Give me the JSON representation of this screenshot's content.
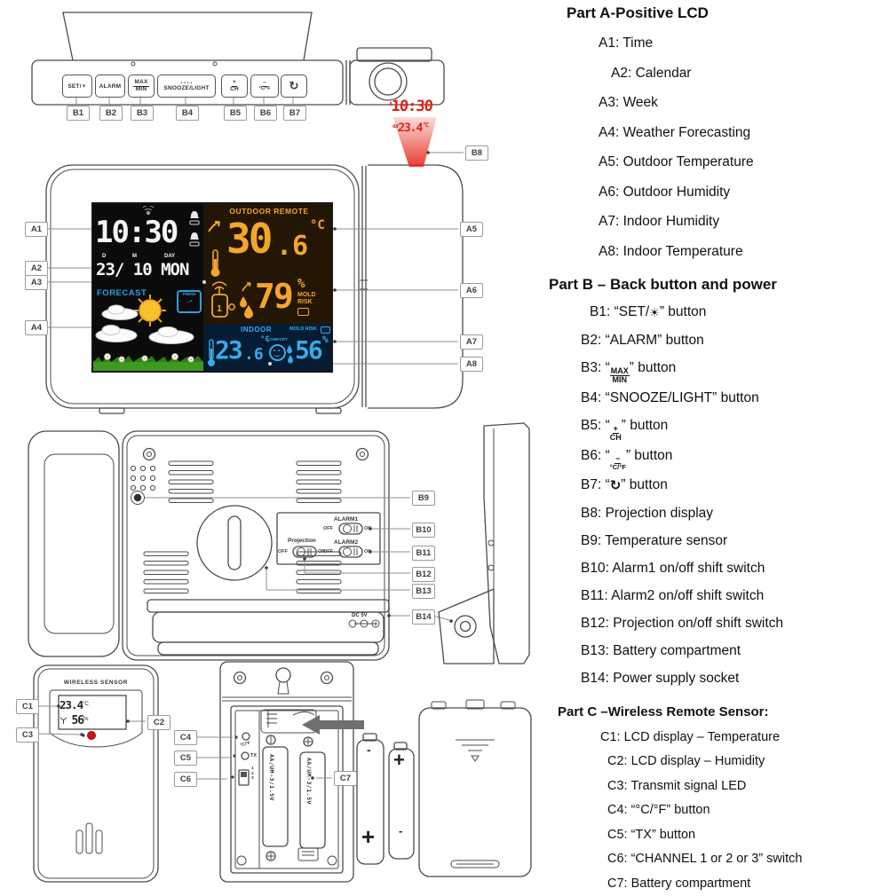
{
  "callouts": {
    "A1": "A1",
    "A2": "A2",
    "A3": "A3",
    "A4": "A4",
    "A5": "A5",
    "A6": "A6",
    "A7": "A7",
    "A8": "A8",
    "B1": "B1",
    "B2": "B2",
    "B3": "B3",
    "B4": "B4",
    "B5": "B5",
    "B6": "B6",
    "B7": "B7",
    "B8": "B8",
    "B9": "B9",
    "B10": "B10",
    "B11": "B11",
    "B12": "B12",
    "B13": "B13",
    "B14": "B14",
    "C1": "C1",
    "C2": "C2",
    "C3": "C3",
    "C4": "C4",
    "C5": "C5",
    "C6": "C6",
    "C7": "C7"
  },
  "top_view": {
    "b1_pre": "SET/",
    "b1_icon": "☀",
    "b2": "ALARM",
    "b3_top": "MAX",
    "b3_bottom": "MIN",
    "b4_dots": "• • • •",
    "b4": "SNOOZE/LIGHT",
    "b5_top": "+",
    "b5_bottom": "CH",
    "b6_top": "−",
    "b6_bottom": "°C/°F",
    "b7_icon": "↻"
  },
  "projection": {
    "alarm_indicator": "A",
    "time": "10:30",
    "out_indicator": "OUT",
    "temp": "23.4",
    "temp_unit": "°C"
  },
  "lcd": {
    "time": "10:30",
    "d_label": "D",
    "m_label": "M",
    "day_label": "DAY",
    "date": "23/ 10",
    "week": "MON",
    "forecast_label": "FORECAST",
    "trend_label": "TREND",
    "outdoor_header": "OUTDOOR REMOTE",
    "outdoor_temp_int": "30",
    "outdoor_temp_dec": ".6",
    "outdoor_temp_unit": "°C",
    "outdoor_humidity": "79",
    "outdoor_humidity_unit": "%",
    "mold_line1": "MOLD",
    "mold_line2": "RISK",
    "indoor_header": "INDOOR",
    "indoor_mold": "MOLD RISK",
    "indoor_temp_int": "23",
    "indoor_temp_dec": ".6",
    "indoor_temp_unit": "°C",
    "comfort_label": "COMFORT",
    "indoor_humidity": "56",
    "indoor_humidity_unit": "%"
  },
  "back_view": {
    "alarm1": "ALARM1",
    "alarm2": "ALARM2",
    "projection": "Projection",
    "off": "OFF",
    "on": "ON",
    "dc": "DC 5V"
  },
  "sensor": {
    "title": "WIRELESS SENSOR",
    "temp": "23.4",
    "temp_unit": "°C",
    "humidity": "56",
    "humidity_unit": "%",
    "cf_button": "°C/°F",
    "tx_button": "TX",
    "channel_1": "1",
    "channel_2": "2",
    "channel_3": "3",
    "battery_text": "AA/UM-3/1.5V",
    "plus": "+",
    "minus": "-"
  },
  "legend": {
    "part_a": {
      "title": "Part A-Positive LCD",
      "items": [
        {
          "text": "A1: Time"
        },
        {
          "text": "A2: Calendar"
        },
        {
          "text": "A3: Week"
        },
        {
          "text": "A4: Weather Forecasting"
        },
        {
          "text": "A5: Outdoor Temperature"
        },
        {
          "text": "A6: Outdoor Humidity"
        },
        {
          "text": "A7: Indoor Humidity"
        },
        {
          "text": "A8: Indoor Temperature"
        }
      ]
    },
    "part_b": {
      "title": "Part B – Back button and power",
      "items": [
        {
          "pre": "B1: “SET/",
          "icon": "☀",
          "post": "” button"
        },
        {
          "text": "B2: “ALARM” button"
        },
        {
          "pre": "B3: “",
          "top": "MAX",
          "bottom": "MIN",
          "post": "” button"
        },
        {
          "text": "B4: “SNOOZE/LIGHT” button"
        },
        {
          "pre": "B5: “",
          "top": "+",
          "bottom": "CH",
          "post": "” button"
        },
        {
          "pre": "B6: “",
          "top": "−",
          "bottom": "°C/°F",
          "post": "” button"
        },
        {
          "pre": "B7: “",
          "icon": "↻",
          "post": "” button"
        },
        {
          "text": "B8: Projection display"
        },
        {
          "text": "B9: Temperature sensor"
        },
        {
          "text": "B10: Alarm1 on/off shift switch"
        },
        {
          "text": "B11: Alarm2 on/off shift switch"
        },
        {
          "text": "B12: Projection on/off shift switch"
        },
        {
          "text": "B13: Battery compartment"
        },
        {
          "text": "B14: Power supply socket"
        }
      ]
    },
    "part_c": {
      "title": "Part C –Wireless Remote Sensor:",
      "items": [
        {
          "text": "C1: LCD display – Temperature"
        },
        {
          "text": "C2: LCD display – Humidity"
        },
        {
          "text": "C3: Transmit signal LED"
        },
        {
          "text": "C4: “°C/°F” button"
        },
        {
          "text": "C5: “TX” button"
        },
        {
          "text": "C6: “CHANNEL 1 or 2 or 3” switch"
        },
        {
          "text": "C7: Battery compartment"
        }
      ]
    }
  }
}
